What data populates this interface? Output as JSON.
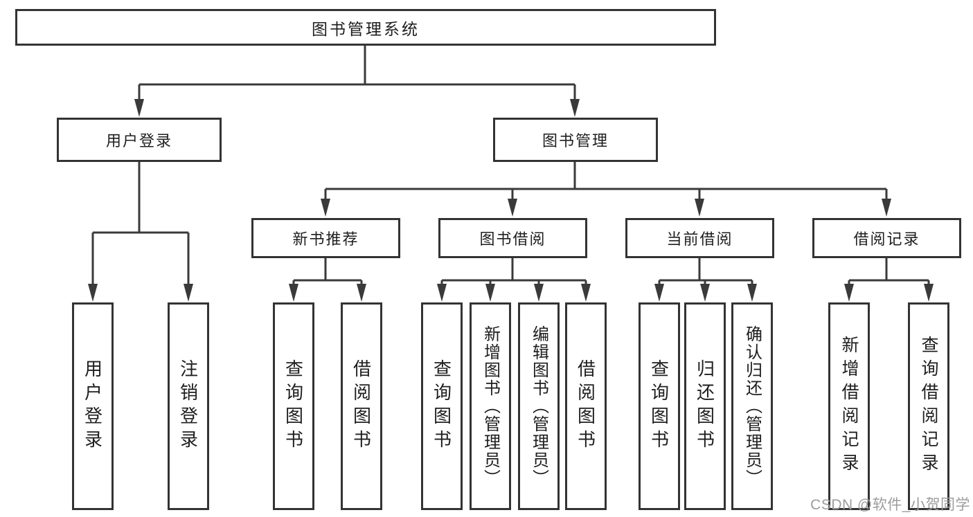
{
  "tree": {
    "root": {
      "label": "图书管理系统",
      "children": [
        {
          "label": "用户登录",
          "children": [
            {
              "label": "用户登录"
            },
            {
              "label": "注销登录"
            }
          ]
        },
        {
          "label": "图书管理",
          "children": [
            {
              "label": "新书推荐",
              "children": [
                {
                  "label": "查询图书"
                },
                {
                  "label": "借阅图书"
                }
              ]
            },
            {
              "label": "图书借阅",
              "children": [
                {
                  "label": "查询图书"
                },
                {
                  "label": "新增图书（管理员）"
                },
                {
                  "label": "编辑图书（管理员）"
                },
                {
                  "label": "借阅图书"
                }
              ]
            },
            {
              "label": "当前借阅",
              "children": [
                {
                  "label": "查询图书"
                },
                {
                  "label": "归还图书"
                },
                {
                  "label": "确认归还（管理员）"
                }
              ]
            },
            {
              "label": "借阅记录",
              "children": [
                {
                  "label": "新增借阅记录"
                },
                {
                  "label": "查询借阅记录"
                }
              ]
            }
          ]
        }
      ]
    }
  },
  "watermark": {
    "text": "CSDN @软件_小贺同学"
  },
  "colors": {
    "line": "#3a3a3a",
    "box_border": "#333333",
    "box_fill": "#ffffff",
    "text": "#1e1e1e",
    "watermark": "#9c9c9c",
    "background": "#ffffff"
  }
}
